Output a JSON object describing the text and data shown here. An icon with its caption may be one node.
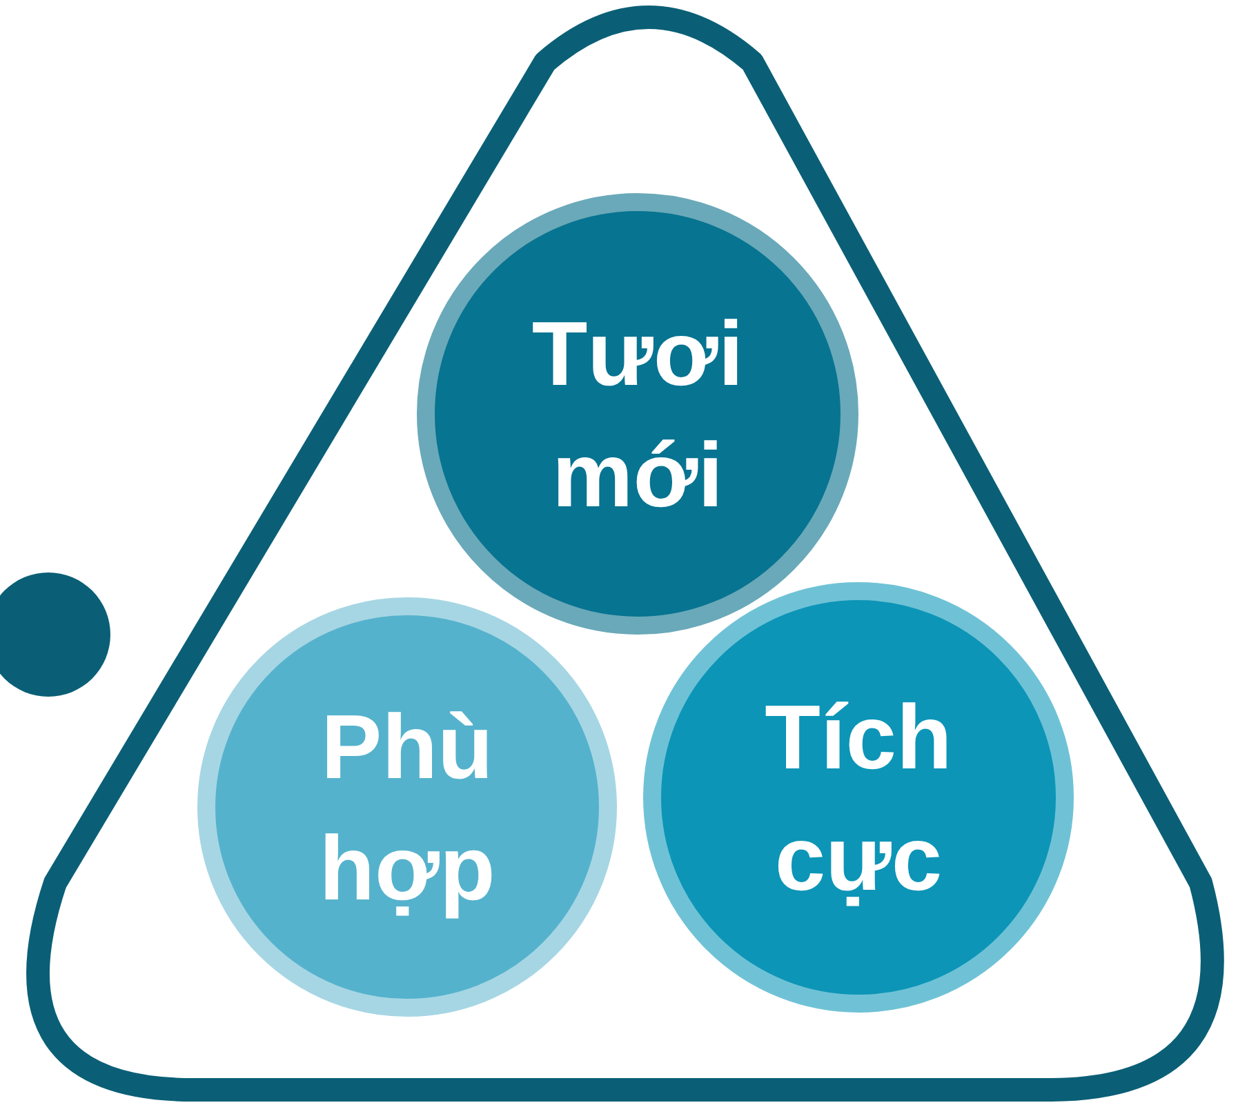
{
  "diagram": {
    "nodes": [
      {
        "text": [],
        "shape": "triangle"
      },
      {
        "text": [
          "Tươi mới"
        ],
        "in": 0
      },
      {
        "text": [
          "Phù hợp"
        ],
        "in": 0
      },
      {
        "text": [
          "Tích cực"
        ],
        "in": 0
      }
    ],
    "edges": []
  }
}
